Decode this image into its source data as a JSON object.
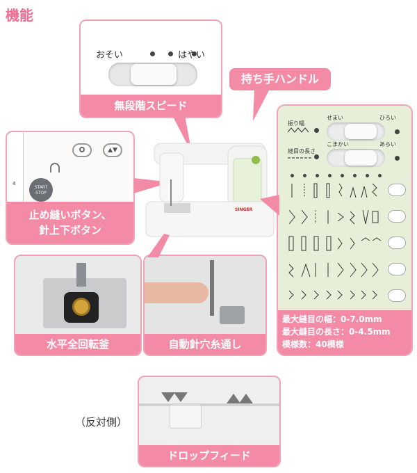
{
  "heading": "機能",
  "speed": {
    "slow_label": "おそい",
    "fast_label": "はやい",
    "caption": "無段階スピード"
  },
  "handle": {
    "caption": "持ち手ハンドル"
  },
  "buttons_panel": {
    "caption_line1": "止め縫いボタン、",
    "caption_line2": "針上下ボタン",
    "start_stop_line1": "START",
    "start_stop_line2": "STOP",
    "side_number": "4"
  },
  "bobbin": {
    "caption": "水平全回転釜"
  },
  "threader": {
    "caption": "自動針穴糸通し"
  },
  "machine": {
    "brand": "SINGER"
  },
  "panel": {
    "width_label": "振り幅",
    "length_label": "縫目の長さ",
    "narrow": "せまい",
    "wide": "ひろい",
    "fine": "こまかい",
    "coarse": "あらい",
    "specs": [
      "最大縫目の幅：0-7.0mm",
      "最大縫目の長さ：0-4.5mm",
      "模様数：40模様"
    ]
  },
  "drop_feed": {
    "side_label": "（反対側）",
    "caption": "ドロップフィード"
  }
}
